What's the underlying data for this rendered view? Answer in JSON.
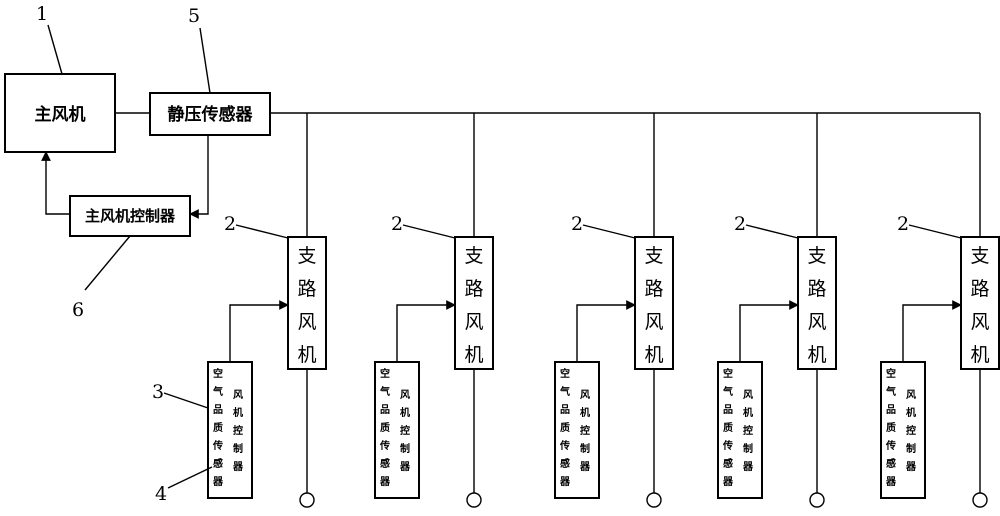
{
  "callouts": {
    "n1": "1",
    "n2": "2",
    "n3": "3",
    "n4": "4",
    "n5": "5",
    "n6": "6"
  },
  "main_fan": {
    "label": "主风机"
  },
  "static_pressure_sensor": {
    "label": "静压传感器"
  },
  "main_fan_controller": {
    "label": "主风机控制器"
  },
  "branch_fan": {
    "chars": [
      "支",
      "路",
      "风",
      "机"
    ]
  },
  "branch_controller": {
    "col1": [
      "空",
      "气",
      "品",
      "质",
      "传",
      "感",
      "器"
    ],
    "col2": [
      "风",
      "机",
      "控",
      "制",
      "器"
    ]
  }
}
